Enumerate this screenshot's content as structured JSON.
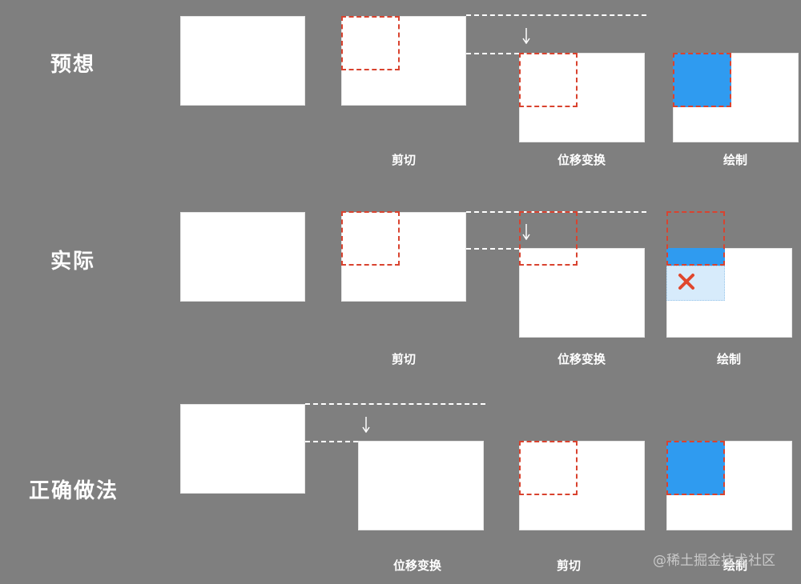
{
  "rows": {
    "expected": {
      "title": "预想",
      "captions": [
        "剪切",
        "位移变换",
        "绘制"
      ]
    },
    "actual": {
      "title": "实际",
      "captions": [
        "剪切",
        "位移变换",
        "绘制"
      ]
    },
    "correct": {
      "title": "正确做法",
      "captions": [
        "位移变换",
        "剪切",
        "绘制"
      ]
    }
  },
  "watermark": "@稀土掘金技术社区",
  "colors": {
    "background": "#7f7f7f",
    "canvas": "#ffffff",
    "clip_border": "#d9432f",
    "paint_fill": "#2f9bf0",
    "invalid_fill": "#d7ebfb",
    "x_mark": "#e0472d"
  },
  "icons": [
    "down-arrow-icon",
    "x-mark-icon"
  ]
}
